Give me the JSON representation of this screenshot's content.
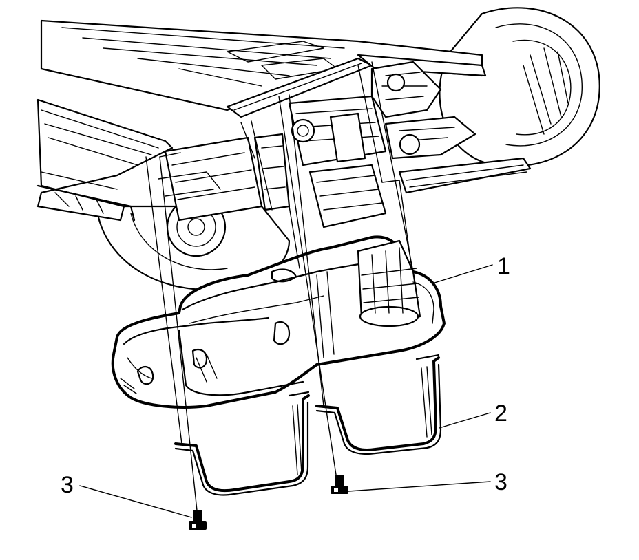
{
  "diagram": {
    "callouts": [
      {
        "id": "callout-1",
        "label": "1"
      },
      {
        "id": "callout-2",
        "label": "2"
      },
      {
        "id": "callout-3-left",
        "label": "3"
      },
      {
        "id": "callout-3-right",
        "label": "3"
      }
    ]
  }
}
